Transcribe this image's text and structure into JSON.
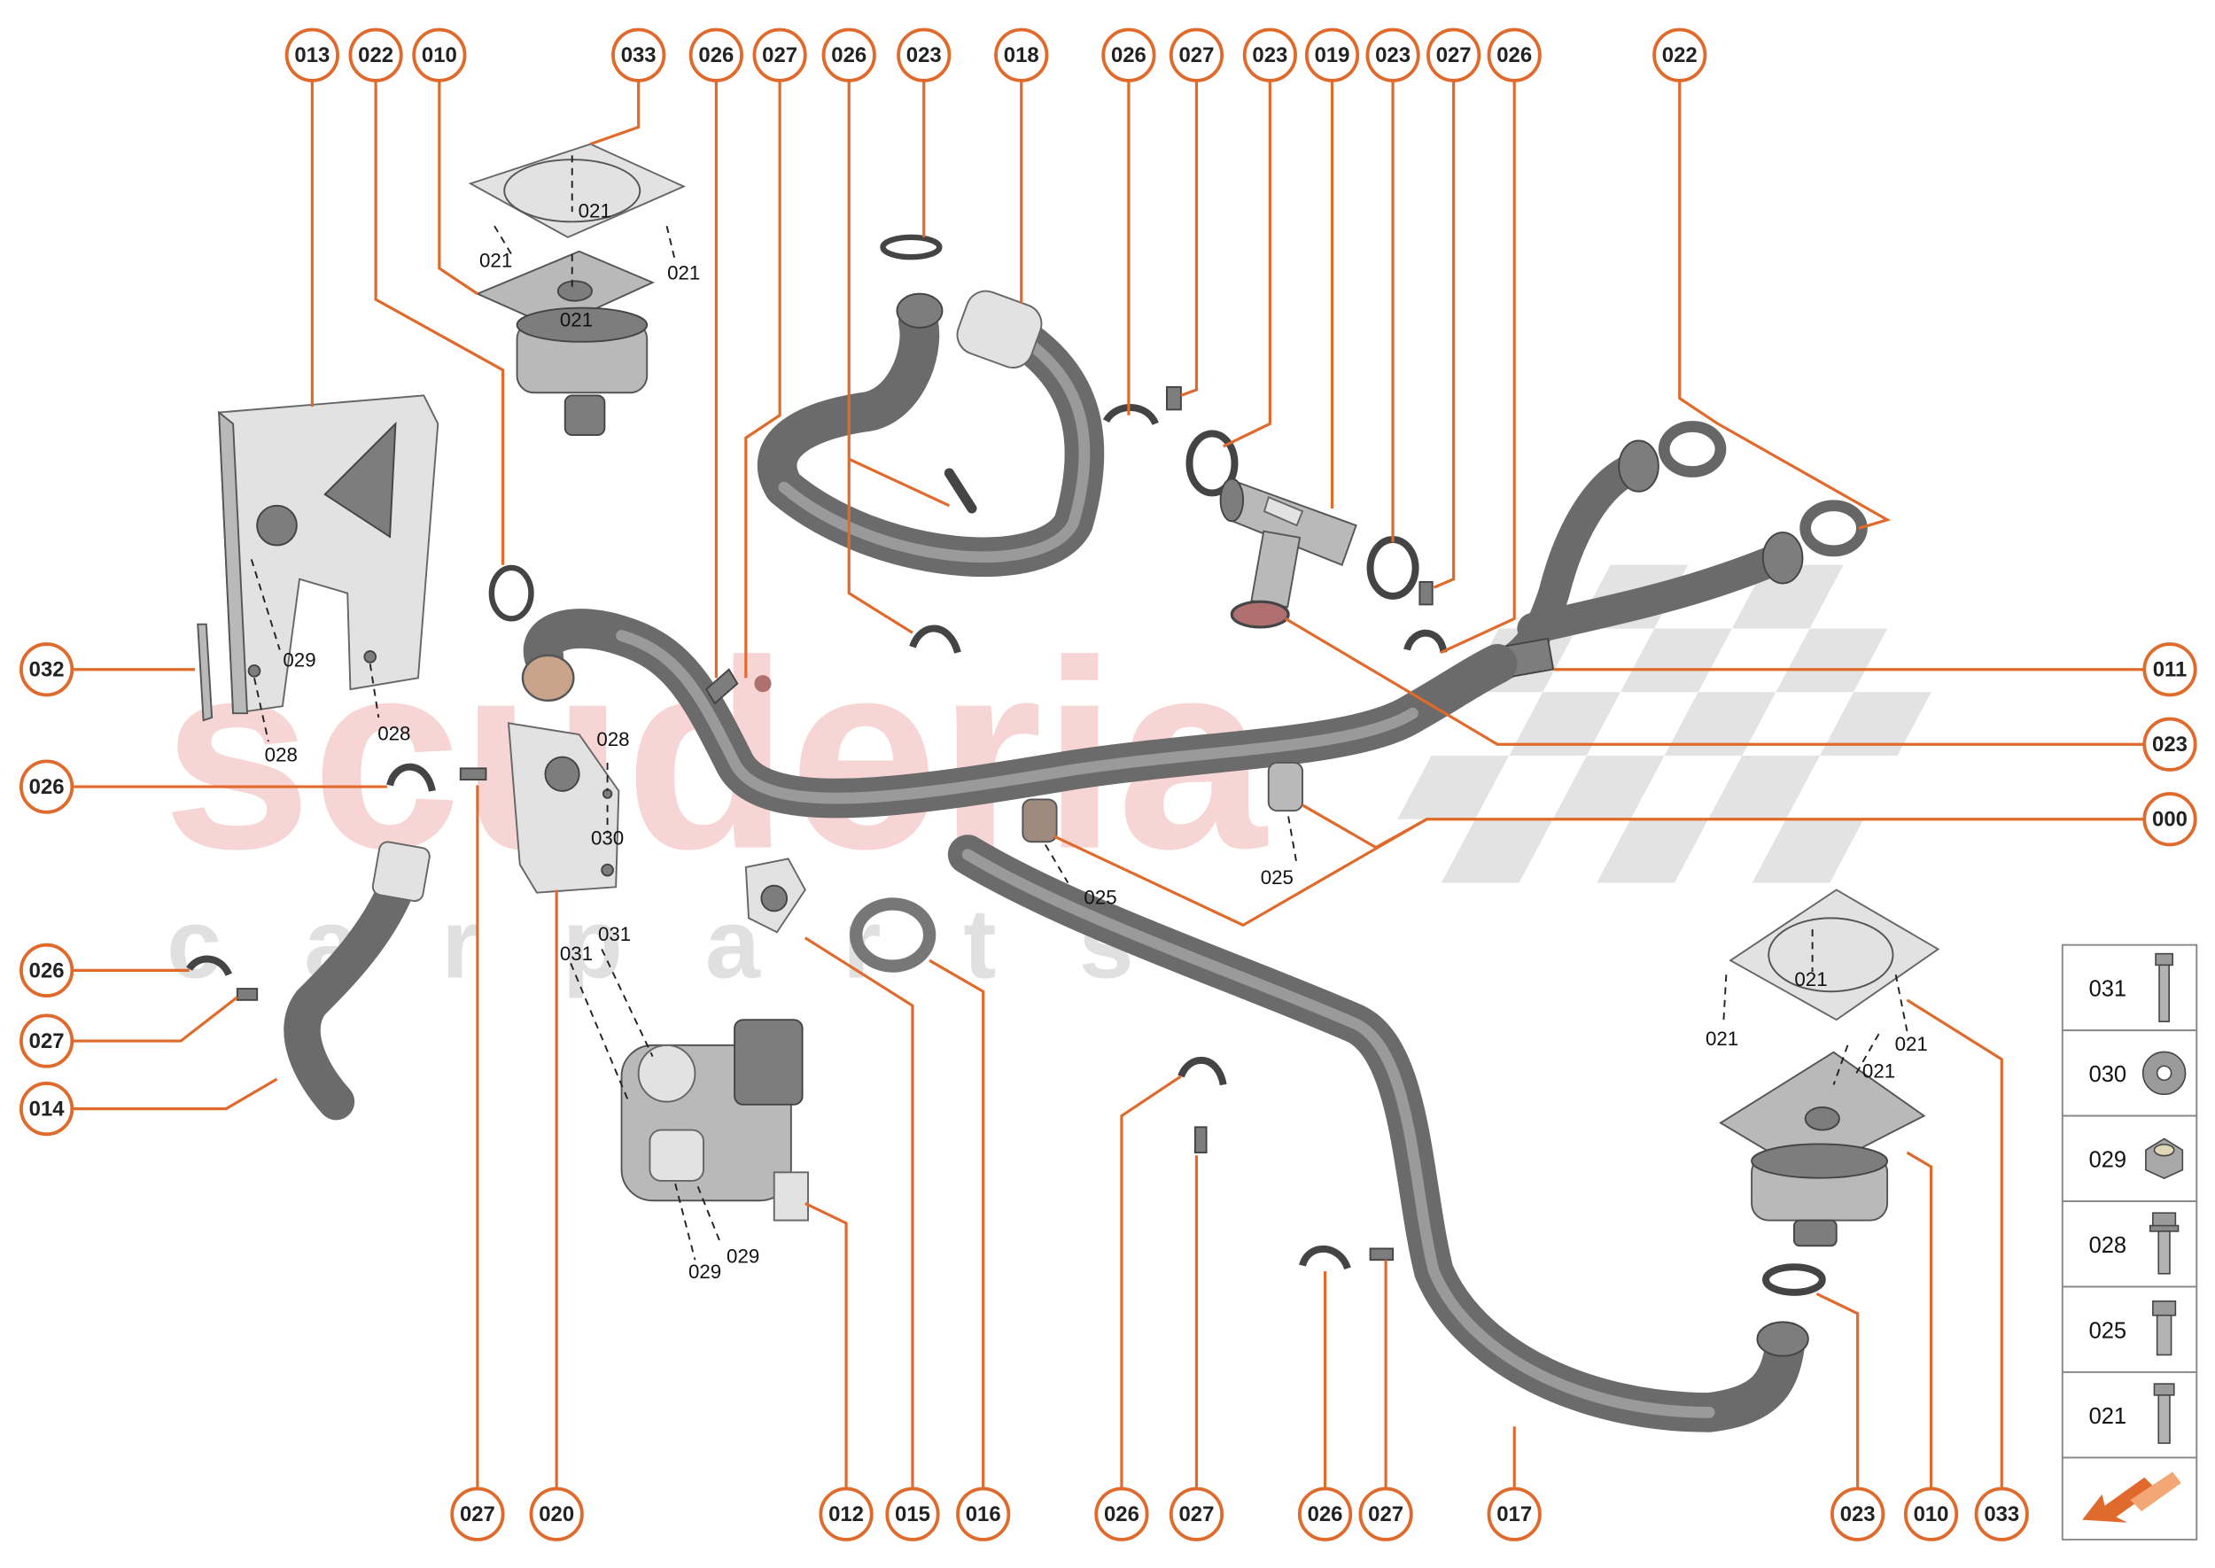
{
  "watermark": {
    "brand": "scuderia",
    "sub": "c   a   r   p   a   r   t   s"
  },
  "colors": {
    "accent": "#e06a2b",
    "watermark": "#f6c7c7",
    "hose": "#6b6b6b"
  },
  "callouts": [
    {
      "id": "c-013-top",
      "code": "013"
    },
    {
      "id": "c-022-top-left",
      "code": "022"
    },
    {
      "id": "c-010-top-left",
      "code": "010"
    },
    {
      "id": "c-033-top-left",
      "code": "033"
    },
    {
      "id": "c-026-top-1",
      "code": "026"
    },
    {
      "id": "c-027-top-1",
      "code": "027"
    },
    {
      "id": "c-026-top-2",
      "code": "026"
    },
    {
      "id": "c-023-top-1",
      "code": "023"
    },
    {
      "id": "c-018-top",
      "code": "018"
    },
    {
      "id": "c-026-top-3",
      "code": "026"
    },
    {
      "id": "c-027-top-2",
      "code": "027"
    },
    {
      "id": "c-023-top-2",
      "code": "023"
    },
    {
      "id": "c-019-top",
      "code": "019"
    },
    {
      "id": "c-023-top-3",
      "code": "023"
    },
    {
      "id": "c-027-top-3",
      "code": "027"
    },
    {
      "id": "c-026-top-4",
      "code": "026"
    },
    {
      "id": "c-022-top-right",
      "code": "022"
    },
    {
      "id": "c-032-left",
      "code": "032"
    },
    {
      "id": "c-026-left-1",
      "code": "026"
    },
    {
      "id": "c-026-left-2",
      "code": "026"
    },
    {
      "id": "c-027-left",
      "code": "027"
    },
    {
      "id": "c-014-left",
      "code": "014"
    },
    {
      "id": "c-011-right",
      "code": "011"
    },
    {
      "id": "c-023-right",
      "code": "023"
    },
    {
      "id": "c-000-right",
      "code": "000"
    },
    {
      "id": "c-027-bottom-1",
      "code": "027"
    },
    {
      "id": "c-020-bottom",
      "code": "020"
    },
    {
      "id": "c-012-bottom",
      "code": "012"
    },
    {
      "id": "c-015-bottom",
      "code": "015"
    },
    {
      "id": "c-016-bottom",
      "code": "016"
    },
    {
      "id": "c-026-bottom-1",
      "code": "026"
    },
    {
      "id": "c-027-bottom-2",
      "code": "027"
    },
    {
      "id": "c-026-bottom-2",
      "code": "026"
    },
    {
      "id": "c-027-bottom-3",
      "code": "027"
    },
    {
      "id": "c-017-bottom",
      "code": "017"
    },
    {
      "id": "c-023-bottom",
      "code": "023"
    },
    {
      "id": "c-010-bottom",
      "code": "010"
    },
    {
      "id": "c-033-bottom",
      "code": "033"
    }
  ],
  "inline_labels": [
    {
      "id": "l-021-a",
      "text": "021"
    },
    {
      "id": "l-021-b",
      "text": "021"
    },
    {
      "id": "l-021-c",
      "text": "021"
    },
    {
      "id": "l-021-d",
      "text": "021"
    },
    {
      "id": "l-029-a",
      "text": "029"
    },
    {
      "id": "l-028-a",
      "text": "028"
    },
    {
      "id": "l-028-b",
      "text": "028"
    },
    {
      "id": "l-028-c",
      "text": "028"
    },
    {
      "id": "l-030-a",
      "text": "030"
    },
    {
      "id": "l-031-a",
      "text": "031"
    },
    {
      "id": "l-031-b",
      "text": "031"
    },
    {
      "id": "l-029-b",
      "text": "029"
    },
    {
      "id": "l-029-c",
      "text": "029"
    },
    {
      "id": "l-025-a",
      "text": "025"
    },
    {
      "id": "l-025-b",
      "text": "025"
    },
    {
      "id": "l-021-e",
      "text": "021"
    },
    {
      "id": "l-021-f",
      "text": "021"
    },
    {
      "id": "l-021-g",
      "text": "021"
    },
    {
      "id": "l-021-h",
      "text": "021"
    }
  ],
  "legend": {
    "items": [
      {
        "code": "031",
        "icon": "long-bolt-icon"
      },
      {
        "code": "030",
        "icon": "washer-icon"
      },
      {
        "code": "029",
        "icon": "nut-icon"
      },
      {
        "code": "028",
        "icon": "flange-bolt-icon"
      },
      {
        "code": "025",
        "icon": "short-bolt-icon"
      },
      {
        "code": "021",
        "icon": "screw-icon"
      }
    ],
    "nav_icon": "orange-arrow-icon"
  }
}
